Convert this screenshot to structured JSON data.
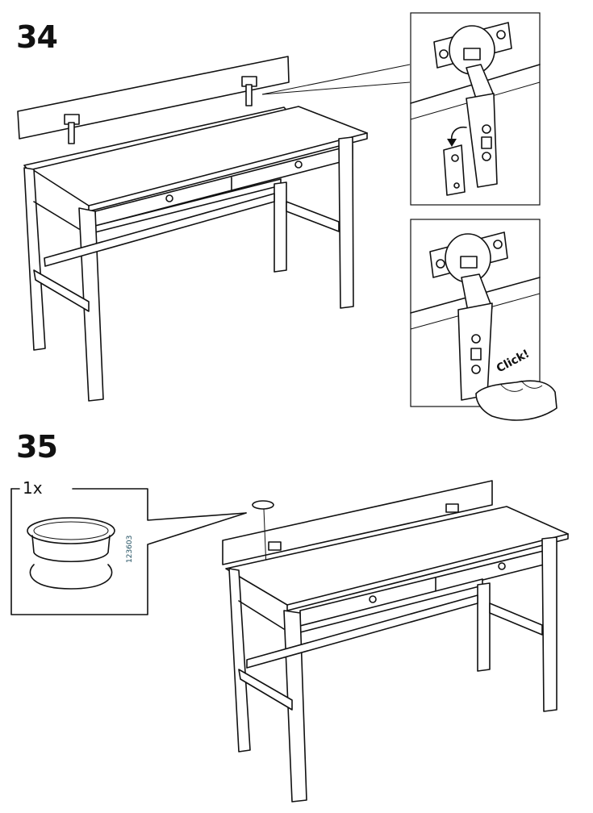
{
  "steps": [
    {
      "number": "34",
      "detail_panels": [
        {
          "id": "hinge-before",
          "action": "fold hinge arm (curved arrow)"
        },
        {
          "id": "hinge-after",
          "action_label": "Click!"
        }
      ]
    },
    {
      "number": "35",
      "parts_box": {
        "quantity": "1x",
        "part_number": "123603",
        "part_icon": "grommet-ring-icon"
      }
    }
  ],
  "colors": {
    "line": "#111111",
    "background": "#ffffff",
    "part_number": "#1f4e5f"
  }
}
